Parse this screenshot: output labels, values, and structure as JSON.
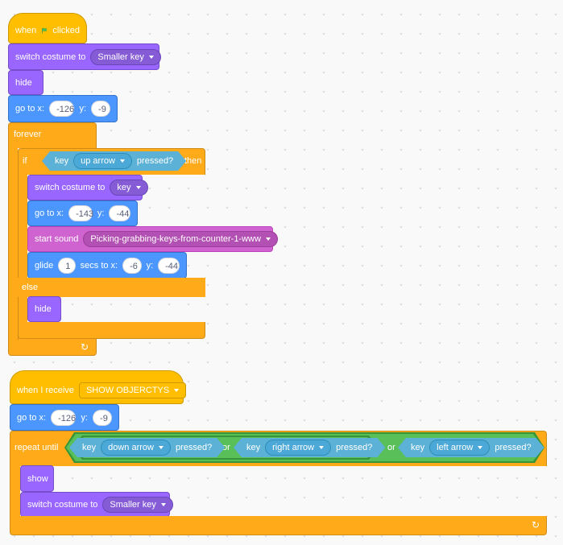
{
  "script1": {
    "hat": {
      "when": "when",
      "clicked": "clicked",
      "flag_color": "#4cbf56"
    },
    "switch_costume": {
      "label": "switch costume to",
      "value": "Smaller key"
    },
    "hide": "hide",
    "goto": {
      "label": "go to x:",
      "x": "-126",
      "y_label": "y:",
      "y": "-9"
    },
    "forever": "forever",
    "if": {
      "if_label": "if",
      "then_label": "then",
      "condition": {
        "key_label": "key",
        "key": "up arrow",
        "pressed": "pressed?"
      }
    },
    "inner": {
      "switch_costume": {
        "label": "switch costume to",
        "value": "key"
      },
      "goto": {
        "label": "go to x:",
        "x": "-143",
        "y_label": "y:",
        "y": "-44"
      },
      "start_sound": {
        "label": "start sound",
        "value": "Picking-grabbing-keys-from-counter-1-www"
      },
      "glide": {
        "label": "glide",
        "secs": "1",
        "secs_label": "secs to x:",
        "x": "-6",
        "y_label": "y:",
        "y": "-44"
      }
    },
    "else": "else",
    "else_hide": "hide",
    "loop_icon": "↻"
  },
  "script2": {
    "hat": {
      "label": "when I receive",
      "message": "SHOW OBJERCTYS"
    },
    "goto": {
      "label": "go to x:",
      "x": "-126",
      "y_label": "y:",
      "y": "-9"
    },
    "repeat": {
      "label": "repeat until",
      "or1": "or",
      "or2": "or",
      "conditions": [
        {
          "key_label": "key",
          "key": "down arrow",
          "pressed": "pressed?"
        },
        {
          "key_label": "key",
          "key": "right arrow",
          "pressed": "pressed?"
        },
        {
          "key_label": "key",
          "key": "left arrow",
          "pressed": "pressed?"
        }
      ]
    },
    "show": "show",
    "switch_costume": {
      "label": "switch costume to",
      "value": "Smaller key"
    },
    "loop_icon": "↻"
  },
  "colors": {
    "events": "#ffbf00",
    "looks": "#9966ff",
    "motion": "#4c97ff",
    "control": "#ffab19",
    "sound": "#cf63cf",
    "sensing": "#5cb1d6",
    "operators": "#59c059"
  }
}
